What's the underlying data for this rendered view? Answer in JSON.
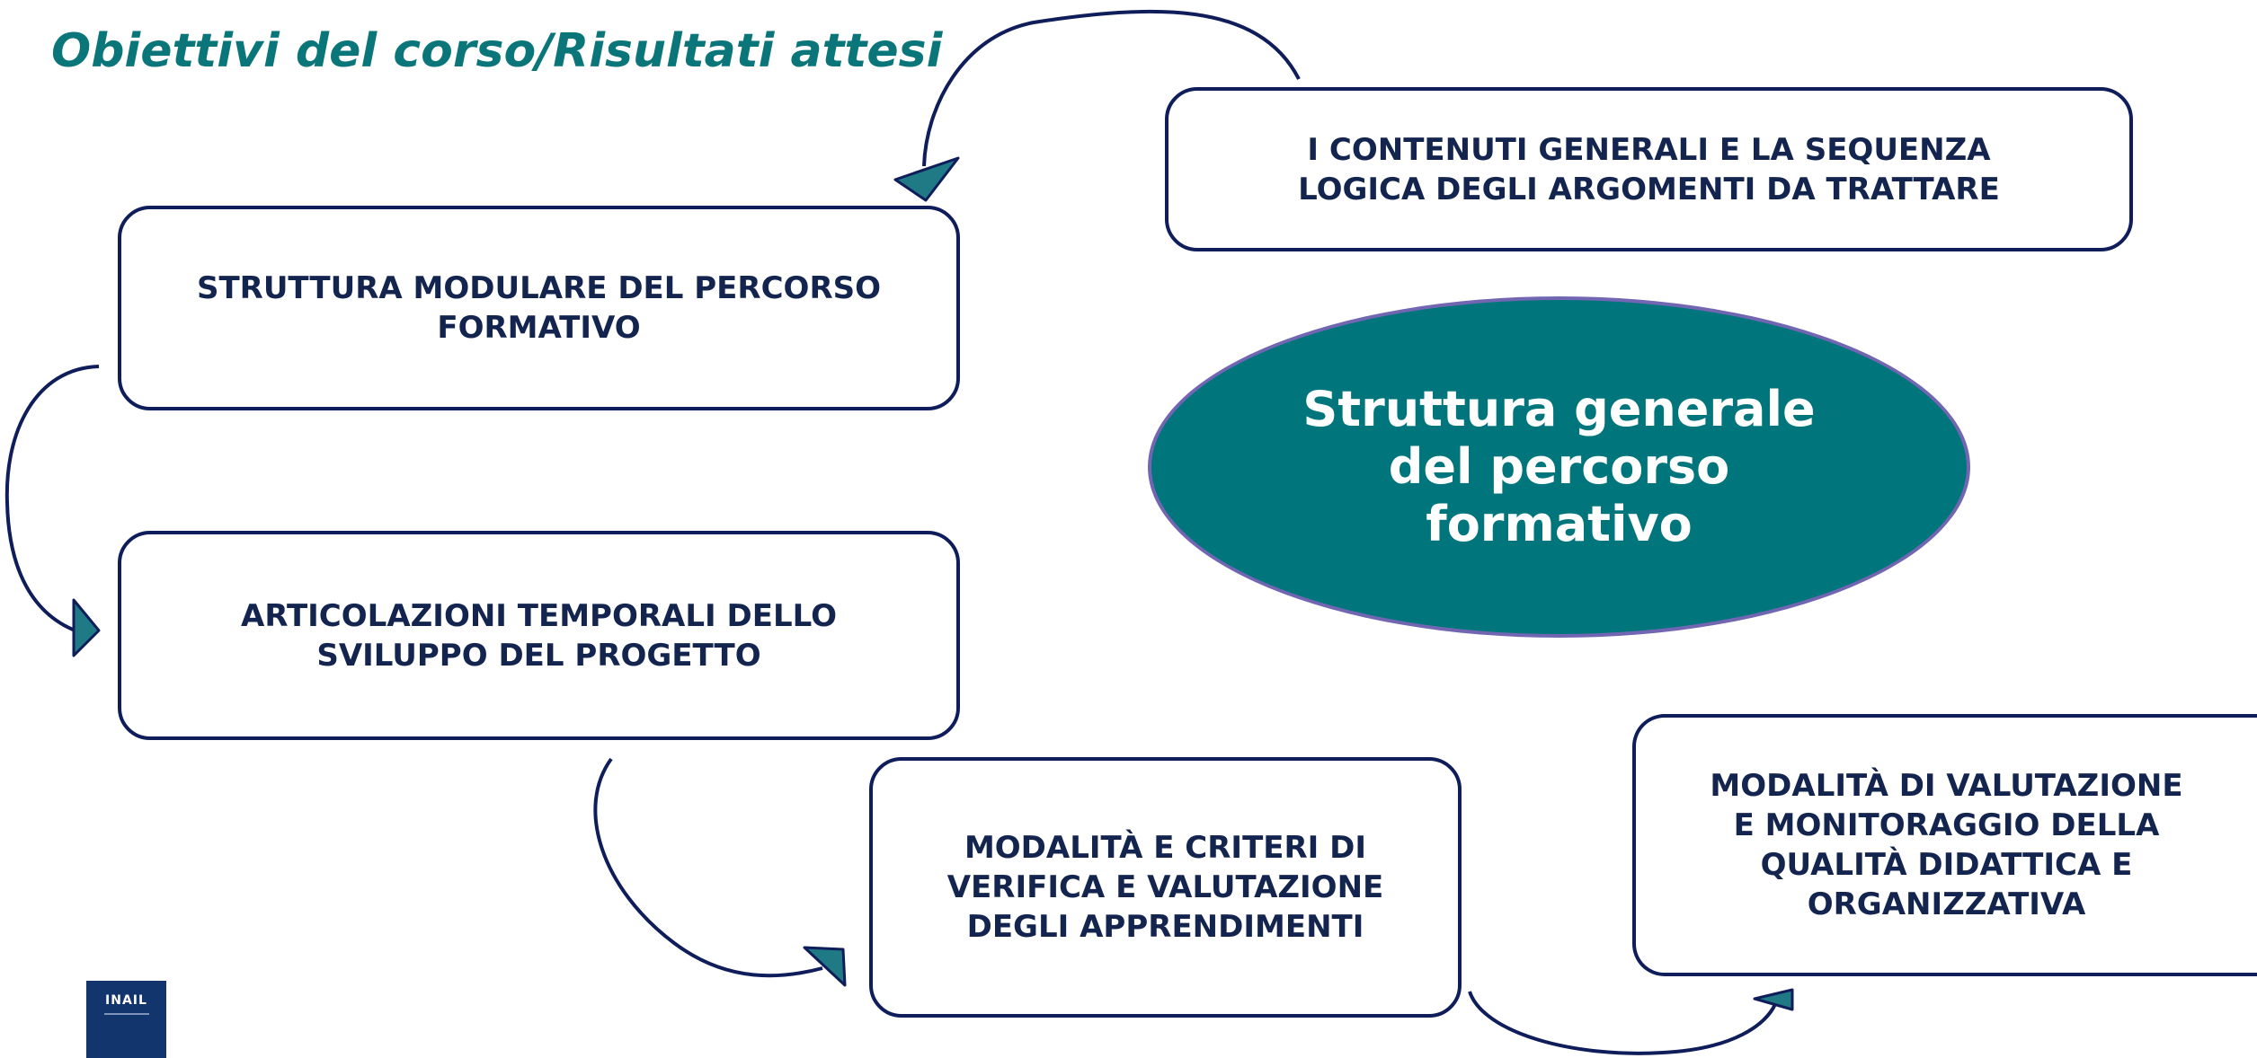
{
  "title": "Obiettivi del corso/Risultati attesi",
  "center": "Struttura generale\ndel percorso\nformativo",
  "boxes": {
    "contenuti": "I CONTENUTI GENERALI E LA SEQUENZA\nLOGICA DEGLI ARGOMENTI DA TRATTARE",
    "struttura": "STRUTTURA MODULARE DEL PERCORSO\nFORMATIVO",
    "articolazioni": "ARTICOLAZIONI TEMPORALI DELLO\nSVILUPPO DEL PROGETTO",
    "verifica": "MODALITÀ E CRITERI DI\nVERIFICA E VALUTAZIONE\nDEGLI APPRENDIMENTI",
    "qualita": "MODALITÀ DI VALUTAZIONE\nE MONITORAGGIO DELLA\nQUALITÀ DIDATTICA E\nORGANIZZATIVA"
  },
  "logo": {
    "text": "INAIL"
  },
  "colors": {
    "title": "#0b7679",
    "box_border": "#0f1d5a",
    "box_text": "#13254f",
    "ellipse_fill": "#00767c",
    "ellipse_border": "#7266b3",
    "arrow_stroke": "#0f1d5a",
    "arrow_head": "#1f7a86",
    "logo_bg": "#13356e"
  }
}
